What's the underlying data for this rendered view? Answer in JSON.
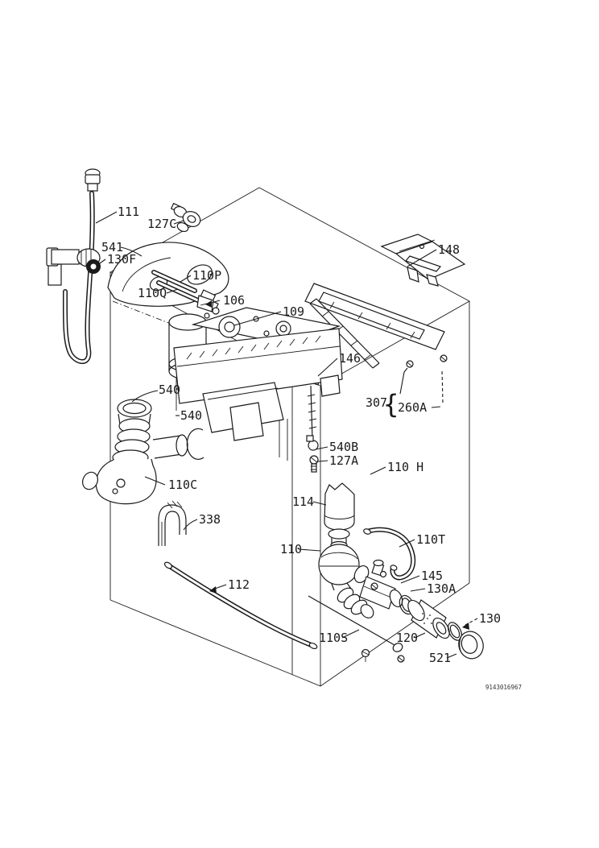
{
  "diagram": {
    "background_color": "#ffffff",
    "line_color": "#1a1a1a",
    "doc_number": "9143016967",
    "labels": [
      {
        "part": "111",
        "text": "111"
      },
      {
        "part": "127C",
        "text": "127C"
      },
      {
        "part": "541",
        "text": "541"
      },
      {
        "part": "130F",
        "text": "130F"
      },
      {
        "part": "110P",
        "text": "110P"
      },
      {
        "part": "110Q",
        "text": "110Q"
      },
      {
        "part": "106",
        "text": "106"
      },
      {
        "part": "109",
        "text": "109"
      },
      {
        "part": "148",
        "text": "148"
      },
      {
        "part": "146",
        "text": "146"
      },
      {
        "part": "307",
        "text": "307"
      },
      {
        "part": "brace",
        "text": "{"
      },
      {
        "part": "260A",
        "text": "260A"
      },
      {
        "part": "540-top",
        "text": "540"
      },
      {
        "part": "540-side",
        "text": "540"
      },
      {
        "part": "110C",
        "text": "110C"
      },
      {
        "part": "540B",
        "text": "540B"
      },
      {
        "part": "127A",
        "text": "127A"
      },
      {
        "part": "110H",
        "text": "110 H"
      },
      {
        "part": "114",
        "text": "114"
      },
      {
        "part": "338",
        "text": "338"
      },
      {
        "part": "110",
        "text": "110"
      },
      {
        "part": "110T",
        "text": "110T"
      },
      {
        "part": "145",
        "text": "145"
      },
      {
        "part": "130A",
        "text": "130A"
      },
      {
        "part": "112",
        "text": "112"
      },
      {
        "part": "130",
        "text": "130"
      },
      {
        "part": "110S",
        "text": "110S"
      },
      {
        "part": "120",
        "text": "120"
      },
      {
        "part": "521",
        "text": "521"
      }
    ]
  }
}
